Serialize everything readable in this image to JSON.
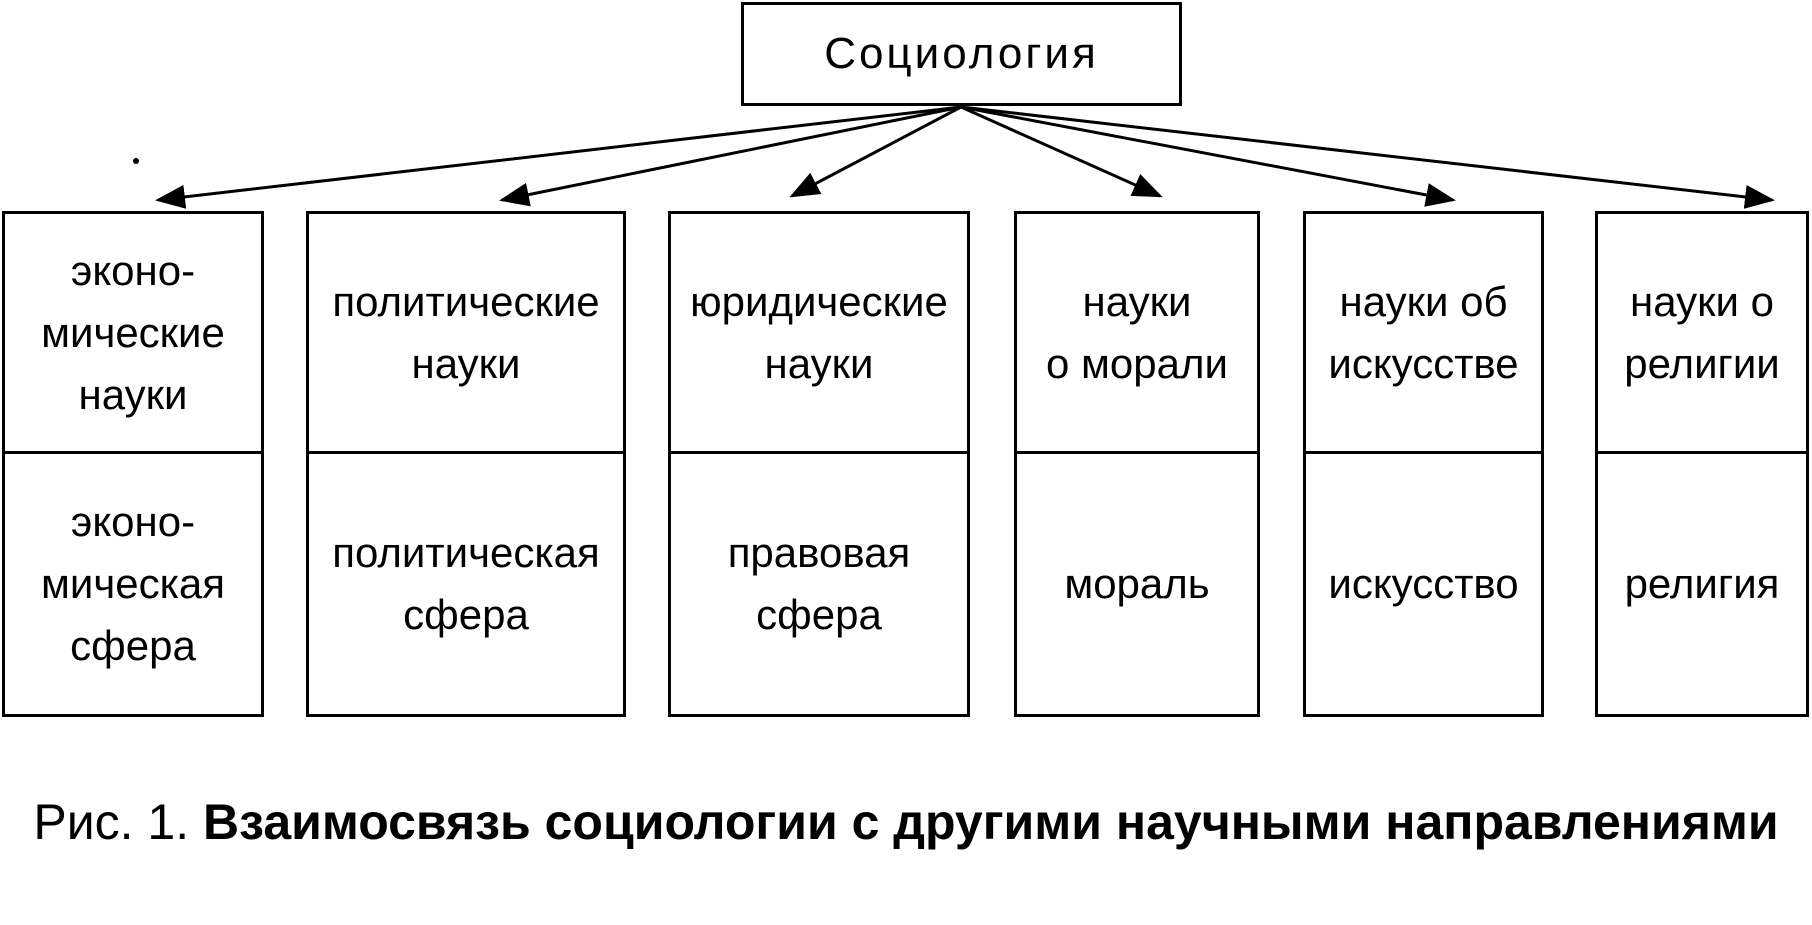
{
  "root": {
    "label": "Социология"
  },
  "columns": [
    {
      "science": "эконо-\nмические\nнауки",
      "sphere": "эконо-\nмическая\nсфера"
    },
    {
      "science": "политические\nнауки",
      "sphere": "политическая\nсфера"
    },
    {
      "science": "юридические\nнауки",
      "sphere": "правовая\nсфера"
    },
    {
      "science": "науки\nо морали",
      "sphere": "мораль"
    },
    {
      "science": "науки об\nискусстве",
      "sphere": "искусство"
    },
    {
      "science": "науки о\nрелигии",
      "sphere": "религия"
    }
  ],
  "caption": {
    "prefix": "Рис. 1.",
    "title": "Взаимосвязь социологии с другими научными направлениями"
  }
}
